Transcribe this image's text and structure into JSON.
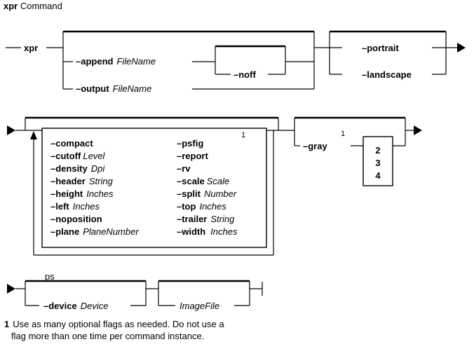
{
  "title": {
    "cmd": "xpr",
    "rest": " Command"
  },
  "row1": {
    "start": "xpr",
    "append_flag": "–append",
    "append_arg": "FileName",
    "noff": "–noff",
    "output_flag": "–output",
    "output_arg": "FileName",
    "portrait": "–portrait",
    "landscape": "–landscape"
  },
  "row2": {
    "footnote_mark": "1",
    "flags_left": [
      {
        "flag": "–compact",
        "arg": ""
      },
      {
        "flag": "–cutoff",
        "arg": "Level"
      },
      {
        "flag": "–density",
        "arg": "Dpi"
      },
      {
        "flag": "–header",
        "arg": "String"
      },
      {
        "flag": "–height",
        "arg": "Inches"
      },
      {
        "flag": "–left",
        "arg": "Inches"
      },
      {
        "flag": "–noposition",
        "arg": ""
      },
      {
        "flag": "–plane",
        "arg": "PlaneNumber"
      }
    ],
    "flags_right": [
      {
        "flag": "–psfig",
        "arg": ""
      },
      {
        "flag": "–report",
        "arg": ""
      },
      {
        "flag": "–rv",
        "arg": ""
      },
      {
        "flag": "–scale",
        "arg": "Scale"
      },
      {
        "flag": "–split",
        "arg": "Number"
      },
      {
        "flag": "–top",
        "arg": "Inches"
      },
      {
        "flag": "–trailer",
        "arg": "String"
      },
      {
        "flag": "–width",
        "arg": "Inches"
      }
    ],
    "gray_flag": "–gray",
    "gray_mark": "1",
    "gray_values": [
      "2",
      "3",
      "4"
    ]
  },
  "row3": {
    "ps": "ps",
    "device_flag": "–device",
    "device_arg": "Device",
    "image_file": "ImageFile"
  },
  "footnote": {
    "mark": "1",
    "line1": "Use as many optional flags as needed.  Do not use a",
    "line2": "flag more than one time per command instance."
  }
}
